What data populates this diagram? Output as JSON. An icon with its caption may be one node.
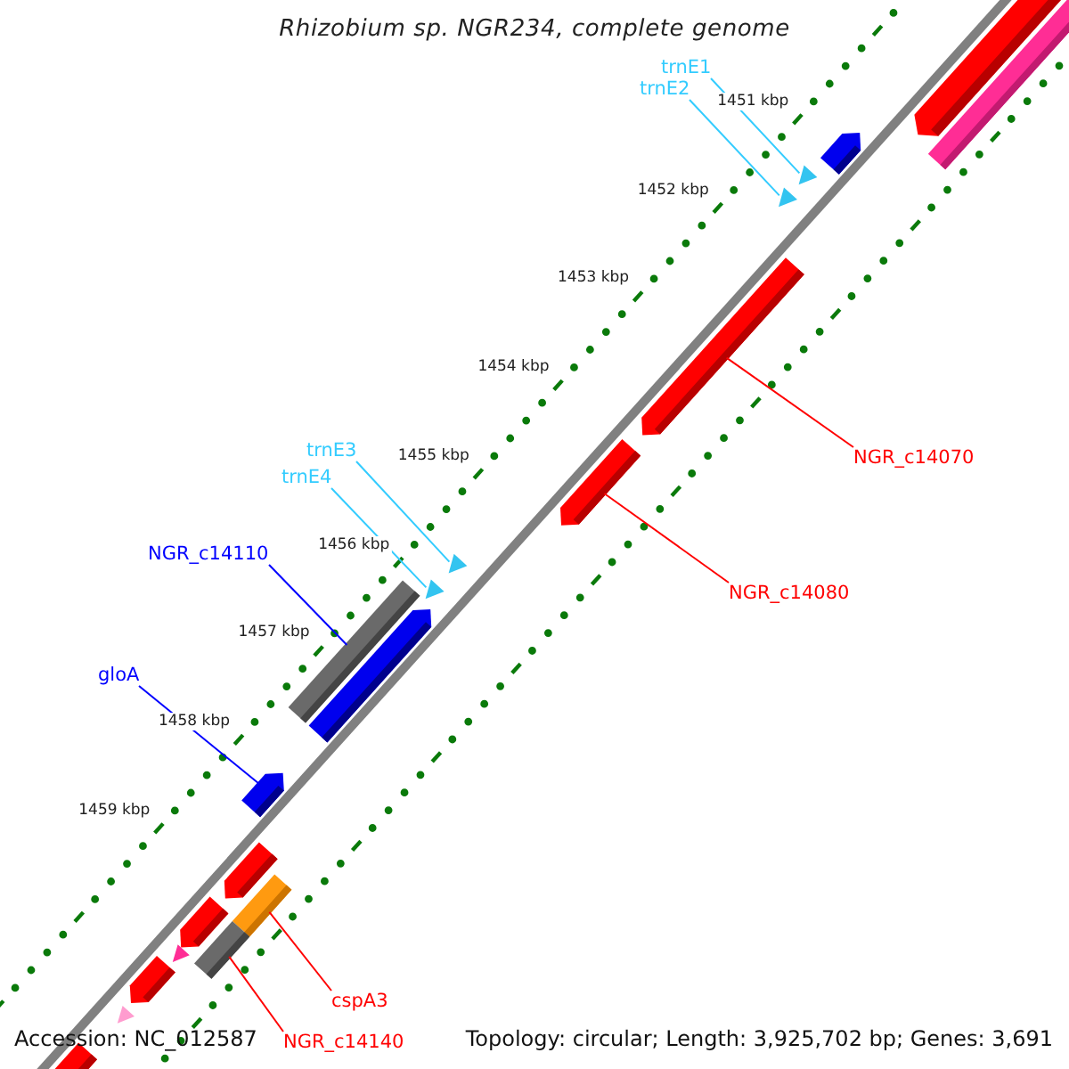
{
  "diagram": {
    "title": "Rhizobium sp. NGR234, complete genome",
    "nodes": [
      {
        "text": [
          "trnE1"
        ]
      },
      {
        "text": [
          "trnE2"
        ]
      },
      {
        "text": [
          "trnE3"
        ]
      },
      {
        "text": [
          "trnE4"
        ]
      },
      {
        "text": [
          "NGR_c14070"
        ]
      },
      {
        "text": [
          "NGR_c14110"
        ]
      },
      {
        "text": [
          "NGR_c14080"
        ]
      },
      {
        "text": [
          "gloA"
        ]
      },
      {
        "text": [
          "cspA3"
        ]
      },
      {
        "text": [
          "NGR_c14140"
        ]
      },
      {
        "text": [],
        "shape": "triangle"
      },
      {
        "text": [],
        "shape": "triangle"
      },
      {
        "text": [],
        "shape": "triangle"
      },
      {
        "text": [],
        "shape": "triangle"
      },
      {
        "text": [],
        "shape": "arrow"
      },
      {
        "text": [],
        "shape": "bar"
      },
      {
        "text": [],
        "shape": "arrow"
      },
      {
        "text": [],
        "shape": "arrow"
      },
      {
        "text": [],
        "shape": "bar"
      },
      {
        "text": [],
        "shape": "bar"
      },
      {
        "text": [],
        "shape": "arrow"
      },
      {
        "text": [],
        "shape": "bar"
      },
      {
        "text": [],
        "shape": "arrow"
      },
      {
        "text": [],
        "shape": "arrow"
      },
      {
        "text": [],
        "shape": "arrow"
      },
      {
        "text": [],
        "shape": "arrow"
      },
      {
        "text": [],
        "shape": "triangle"
      },
      {
        "text": [],
        "shape": "arrow"
      },
      {
        "text": [],
        "shape": "triangle"
      },
      {
        "text": [],
        "shape": "arrow"
      }
    ],
    "edges": [
      {
        "from": 0,
        "to": 10,
        "arrow": "none",
        "color": "#33ccff"
      },
      {
        "from": 1,
        "to": 11,
        "arrow": "none",
        "color": "#33ccff"
      },
      {
        "from": 2,
        "to": 12,
        "arrow": "none",
        "color": "#33ccff"
      },
      {
        "from": 3,
        "to": 13,
        "arrow": "none",
        "color": "#33ccff"
      },
      {
        "from": 4,
        "to": 14,
        "arrow": "none",
        "color": "#ff0000"
      },
      {
        "from": 5,
        "to": 15,
        "arrow": "none",
        "color": "#0000ff"
      },
      {
        "from": 6,
        "to": 16,
        "arrow": "none",
        "color": "#ff0000"
      },
      {
        "from": 7,
        "to": 17,
        "arrow": "none",
        "color": "#0000ff"
      },
      {
        "from": 8,
        "to": 18,
        "arrow": "none",
        "color": "#ff0000"
      },
      {
        "from": 9,
        "to": 19,
        "arrow": "none",
        "color": "#ff0000"
      }
    ],
    "labels": [
      "1451 kbp",
      "1452 kbp",
      "1453 kbp",
      "1454 kbp",
      "1455 kbp",
      "1456 kbp",
      "1457 kbp",
      "1458 kbp",
      "1459 kbp",
      "Accession: NC_012587",
      "Topology: circular; Length: 3,925,702 bp; Genes: 3,691"
    ]
  }
}
